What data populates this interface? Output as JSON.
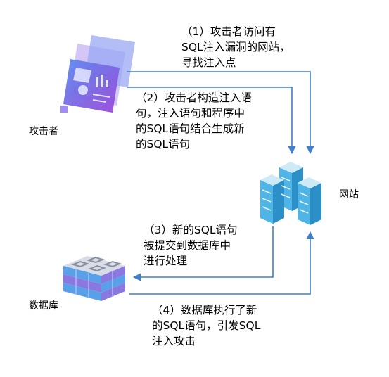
{
  "nodes": {
    "attacker": "攻击者",
    "website": "网站",
    "database": "数据库"
  },
  "steps": [
    {
      "lines": [
        "（1）攻击者访问有",
        "SQL注入漏洞的网站，",
        "寻找注入点"
      ]
    },
    {
      "lines": [
        "（2）攻击者构造注入语",
        "句，注入语句和程序中",
        "的SQL语句结合生成新",
        "的SQL语句"
      ]
    },
    {
      "lines": [
        "（3）新的SQL语句",
        "被提交到数据库中",
        "进行处理"
      ]
    },
    {
      "lines": [
        "（4）数据库执行了新",
        "的SQL语句，引发SQL",
        "注入攻击"
      ]
    }
  ],
  "colors": {
    "arrow": "#3f7fcb",
    "attacker_icon": "#6c4fe0",
    "server_face": "#4fb4e6",
    "server_top": "#cfeaf7",
    "db_blue": "#5aa0e8",
    "db_purple": "#8a78e0",
    "db_top": "#d8dce6"
  }
}
